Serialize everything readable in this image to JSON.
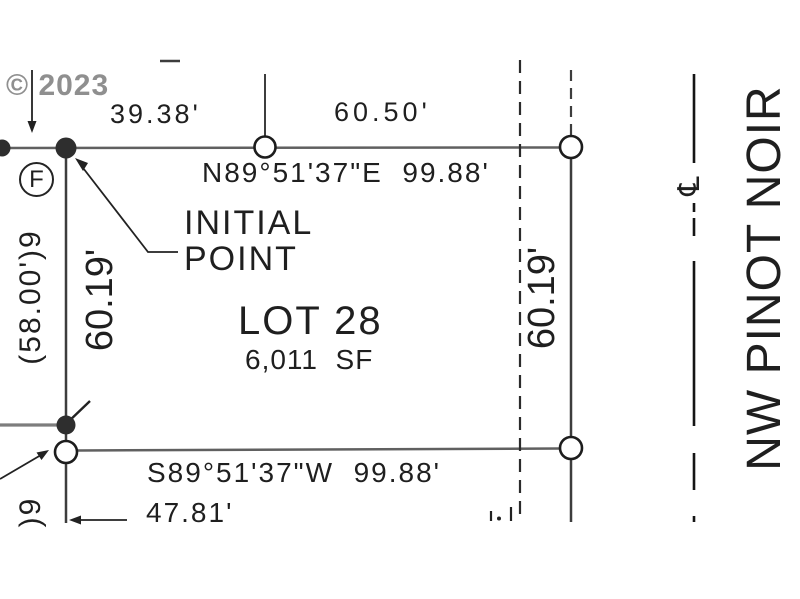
{
  "watermark": {
    "text": "© 2023",
    "color": "#8f8f8f"
  },
  "plat": {
    "lot_label": "LOT 28",
    "lot_area": "6,011  SF",
    "initial_point_line1": "INITIAL",
    "initial_point_line2": "POINT",
    "monument_label": "F",
    "street_name": "NW PINOT NOIR",
    "centerline_symbol": "℄",
    "dimensions": {
      "north_segment_west": "39.38'",
      "north_segment_east": "60.50'",
      "north_bearing": "N89°51'37\"E  99.88'",
      "south_bearing": "S89°51'37\"W  99.88'",
      "south_partial": "47.81'",
      "west_record": "(58.00')9",
      "west_side": "60.19'",
      "east_side": "60.19'",
      "southwest_partial": ")9"
    }
  },
  "colors": {
    "ink": "#1f1f1f",
    "boundary_line": "#606060",
    "side_line": "#3d3d3d",
    "gray_stub": "#7d7d7d",
    "watermark": "#8f8f8f"
  }
}
